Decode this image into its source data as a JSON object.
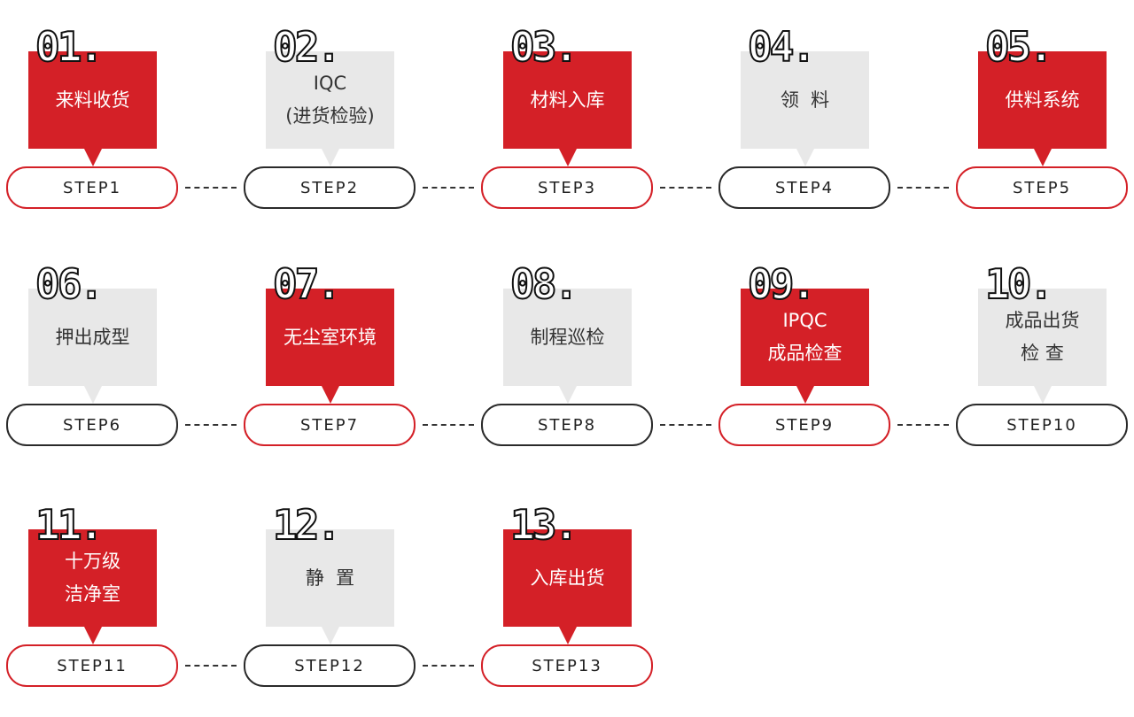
{
  "colors": {
    "accent": "#d42027",
    "neutral": "#e8e8e8",
    "outline": "#2a2a2a"
  },
  "steps": [
    {
      "number": "01.",
      "lines": [
        "来料收货"
      ],
      "step_label": "STEP1",
      "style": "red",
      "pill": "red"
    },
    {
      "number": "02.",
      "lines": [
        "IQC",
        "(进货检验)"
      ],
      "step_label": "STEP2",
      "style": "gray",
      "pill": "dark"
    },
    {
      "number": "03.",
      "lines": [
        "材料入库"
      ],
      "step_label": "STEP3",
      "style": "red",
      "pill": "red"
    },
    {
      "number": "04.",
      "lines": [
        "领  料"
      ],
      "step_label": "STEP4",
      "style": "gray",
      "pill": "dark"
    },
    {
      "number": "05.",
      "lines": [
        "供料系统"
      ],
      "step_label": "STEP5",
      "style": "red",
      "pill": "red"
    },
    {
      "number": "06.",
      "lines": [
        "押出成型"
      ],
      "step_label": "STEP6",
      "style": "gray",
      "pill": "dark"
    },
    {
      "number": "07.",
      "lines": [
        "无尘室环境"
      ],
      "step_label": "STEP7",
      "style": "red",
      "pill": "red"
    },
    {
      "number": "08.",
      "lines": [
        "制程巡检"
      ],
      "step_label": "STEP8",
      "style": "gray",
      "pill": "dark"
    },
    {
      "number": "09.",
      "lines": [
        "IPQC",
        "成品检查"
      ],
      "step_label": "STEP9",
      "style": "red",
      "pill": "red"
    },
    {
      "number": "10.",
      "lines": [
        "成品出货",
        "检 查"
      ],
      "step_label": "STEP10",
      "style": "gray",
      "pill": "dark"
    },
    {
      "number": "11.",
      "lines": [
        "十万级",
        "洁净室"
      ],
      "step_label": "STEP11",
      "style": "red",
      "pill": "red"
    },
    {
      "number": "12.",
      "lines": [
        "静  置"
      ],
      "step_label": "STEP12",
      "style": "gray",
      "pill": "dark"
    },
    {
      "number": "13.",
      "lines": [
        "入库出货"
      ],
      "step_label": "STEP13",
      "style": "red",
      "pill": "red"
    }
  ]
}
